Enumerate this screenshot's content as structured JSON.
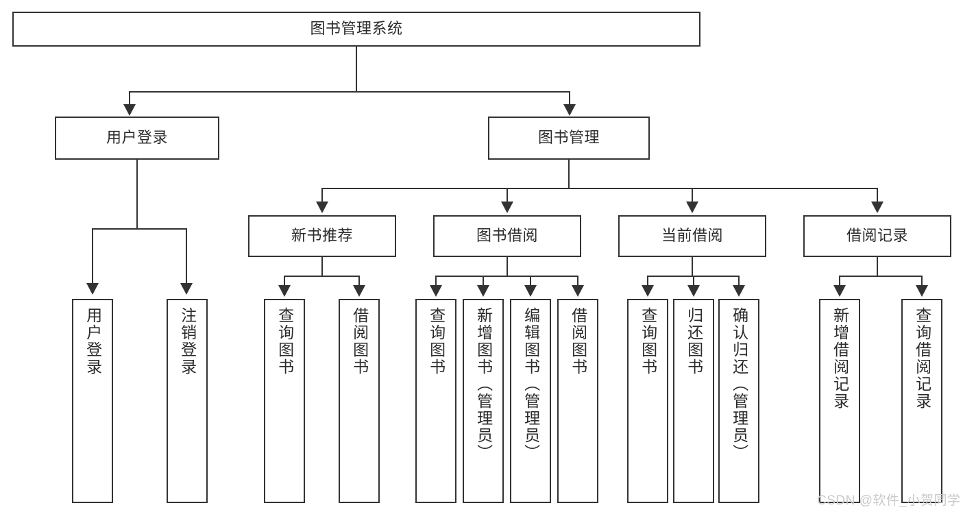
{
  "diagram": {
    "title": "图书管理系统",
    "type": "hierarchy-tree",
    "root": {
      "id": "root",
      "label": "图书管理系统",
      "orientation": "horizontal"
    },
    "level2": [
      {
        "id": "user-login",
        "label": "用户登录",
        "orientation": "horizontal"
      },
      {
        "id": "book-management",
        "label": "图书管理",
        "orientation": "horizontal"
      }
    ],
    "level3": [
      {
        "id": "new-book-recommend",
        "label": "新书推荐",
        "orientation": "horizontal"
      },
      {
        "id": "book-borrow",
        "label": "图书借阅",
        "orientation": "horizontal"
      },
      {
        "id": "current-borrow",
        "label": "当前借阅",
        "orientation": "horizontal"
      },
      {
        "id": "borrow-record",
        "label": "借阅记录",
        "orientation": "horizontal"
      }
    ],
    "leaves": [
      {
        "id": "leaf-user-login",
        "label": "用户登录",
        "parent": "user-login",
        "orientation": "vertical"
      },
      {
        "id": "leaf-logout-login",
        "label": "注销登录",
        "parent": "user-login",
        "orientation": "vertical"
      },
      {
        "id": "leaf-query-book-1",
        "label": "查询图书",
        "parent": "new-book-recommend",
        "orientation": "vertical"
      },
      {
        "id": "leaf-borrow-book-1",
        "label": "借阅图书",
        "parent": "new-book-recommend",
        "orientation": "vertical"
      },
      {
        "id": "leaf-query-book-2",
        "label": "查询图书",
        "parent": "book-borrow",
        "orientation": "vertical"
      },
      {
        "id": "leaf-add-book",
        "label": "新增图书（管理员）",
        "parent": "book-borrow",
        "orientation": "vertical"
      },
      {
        "id": "leaf-edit-book",
        "label": "编辑图书（管理员）",
        "parent": "book-borrow",
        "orientation": "vertical"
      },
      {
        "id": "leaf-borrow-book-2",
        "label": "借阅图书",
        "parent": "book-borrow",
        "orientation": "vertical"
      },
      {
        "id": "leaf-query-book-3",
        "label": "查询图书",
        "parent": "current-borrow",
        "orientation": "vertical"
      },
      {
        "id": "leaf-return-book",
        "label": "归还图书",
        "parent": "current-borrow",
        "orientation": "vertical"
      },
      {
        "id": "leaf-confirm-return",
        "label": "确认归还（管理员）",
        "parent": "current-borrow",
        "orientation": "vertical"
      },
      {
        "id": "leaf-add-record",
        "label": "新增借阅记录",
        "parent": "borrow-record",
        "orientation": "vertical"
      },
      {
        "id": "leaf-query-record",
        "label": "查询借阅记录",
        "parent": "borrow-record",
        "orientation": "vertical"
      }
    ]
  },
  "watermark": {
    "text": "CSDN @软件_小贺同学"
  },
  "colors": {
    "stroke": "#333333",
    "text": "#2b2b2b",
    "background": "#ffffff",
    "watermark": "#c9c9c9"
  }
}
